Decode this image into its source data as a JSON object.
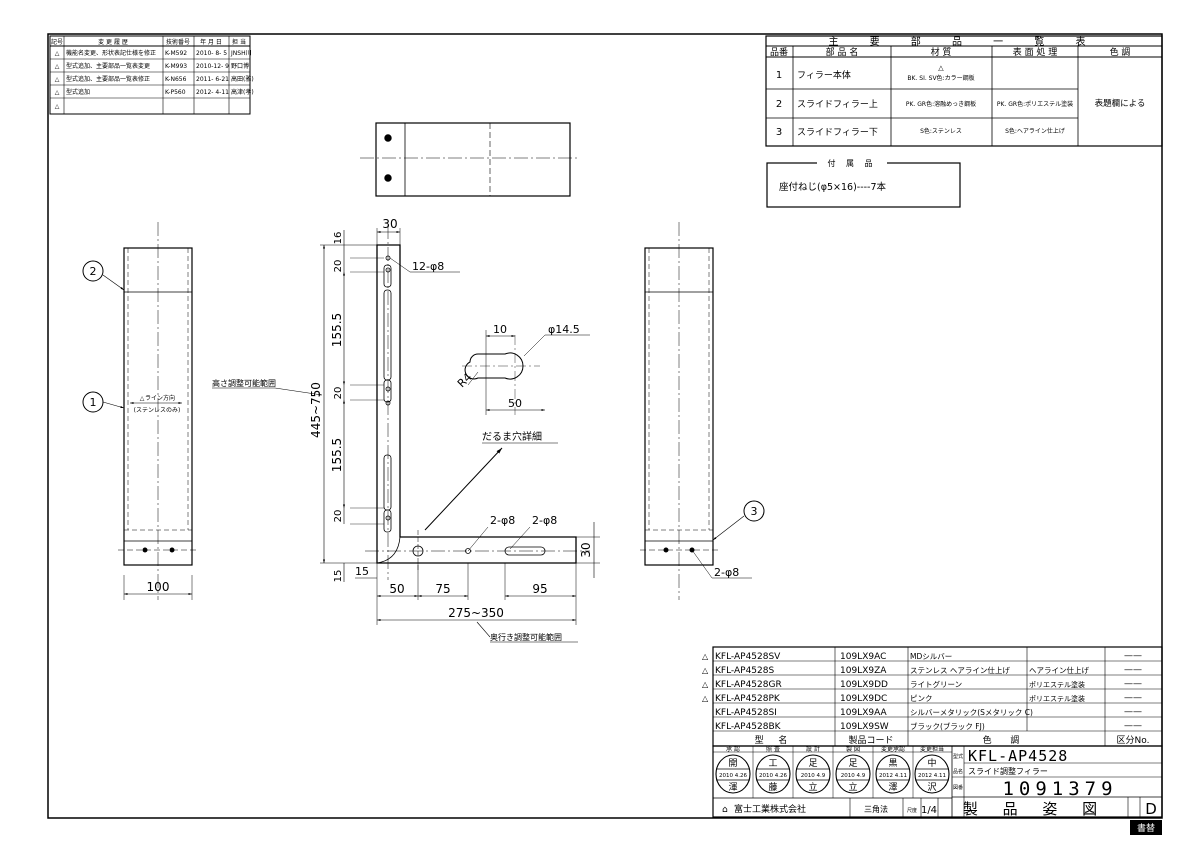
{
  "revisions": {
    "headers": [
      "記号",
      "変 更 履 歴",
      "技術番号",
      "年 月 日",
      "担 当"
    ],
    "rows": [
      {
        "mark": "△",
        "text": "機能名変更、形状表記仕様を修正",
        "no": "K-M592",
        "date": "2010- 8- 5",
        "by": "JNSH川"
      },
      {
        "mark": "△",
        "text": "型式追加、主要部品一覧表変更",
        "no": "K-M993",
        "date": "2010-12- 9",
        "by": "野口博"
      },
      {
        "mark": "△",
        "text": "型式追加、主要部品一覧表修正",
        "no": "K-N656",
        "date": "2011- 6-21",
        "by": "高田(雅)"
      },
      {
        "mark": "△",
        "text": "型式追加",
        "no": "K-P560",
        "date": "2012- 4-11",
        "by": "高津(孝)"
      },
      {
        "mark": "△",
        "text": "",
        "no": "",
        "date": "",
        "by": ""
      }
    ]
  },
  "parts_table": {
    "title": "主 要 部 品 一 覧 表",
    "headers": [
      "品番",
      "部 品 名",
      "材 質",
      "表 面 処 理",
      "色 調"
    ],
    "rows": [
      {
        "no": "1",
        "name": "フィラー本体",
        "material": "BK. SI. SV色:カラー鋼板",
        "finish": "",
        "color": ""
      },
      {
        "no": "2",
        "name": "スライドフィラー上",
        "material": "PK. GR色:溶融めっき鋼板",
        "finish": "PK. GR色:ポリエステル塗装",
        "color": "表題欄による"
      },
      {
        "no": "3",
        "name": "スライドフィラー下",
        "material": "S色:ステンレス",
        "finish": "S色:ヘアライン仕上げ",
        "color": ""
      }
    ]
  },
  "accessory": {
    "title": "付 属 品",
    "text": "座付ねじ(φ5×16)----7本"
  },
  "dims": {
    "d30_top": "30",
    "d16": "16",
    "d20_a": "20",
    "hole_12": "12-φ8",
    "d155_a": "155.5",
    "d20_b": "20",
    "range_h": "445~750",
    "d155_b": "155.5",
    "d20_c": "20",
    "d15_side": "15",
    "d15_bottom": "15",
    "d50": "50",
    "d75": "75",
    "d95": "95",
    "d30_right": "30",
    "range_d": "275~350",
    "hole_2a": "2-φ8",
    "hole_2b": "2-φ8",
    "hole_2c": "2-φ8",
    "d100": "100",
    "detail_10": "10",
    "detail_145": "φ14.5",
    "detail_r4": "R4",
    "detail_50": "50",
    "detail_title": "だるま穴詳細"
  },
  "labels": {
    "height_range": "高さ調整可能範囲",
    "depth_range": "奥行き調整可能範囲",
    "callout1": "1",
    "callout2": "2",
    "callout3": "3",
    "line_note_a": "ライン方向",
    "line_note_b": "(ステンレスのみ)"
  },
  "models": {
    "rows": [
      {
        "mark": "△",
        "model": "KFL-AP4528SV",
        "code": "109LX9AC",
        "color": "MDシルバー",
        "finish": "",
        "div": "——"
      },
      {
        "mark": "△",
        "model": "KFL-AP4528S",
        "code": "109LX9ZA",
        "color": "ステンレス ヘアライン仕上げ",
        "finish": "ヘアライン仕上げ",
        "div": "——"
      },
      {
        "mark": "△",
        "model": "KFL-AP4528GR",
        "code": "109LX9DD",
        "color": "ライトグリーン",
        "finish": "ポリエステル塗装",
        "div": "——"
      },
      {
        "mark": "△",
        "model": "KFL-AP4528PK",
        "code": "109LX9DC",
        "color": "ピンク",
        "finish": "ポリエステル塗装",
        "div": "——"
      },
      {
        "mark": "",
        "model": "KFL-AP4528SI",
        "code": "109LX9AA",
        "color": "シルバーメタリック(Sメタリック C)",
        "finish": "",
        "div": "——"
      },
      {
        "mark": "",
        "model": "KFL-AP4528BK",
        "code": "109LX9SW",
        "color": "ブラック(ブラック FJ)",
        "finish": "",
        "div": "——"
      }
    ],
    "header_model": "型 名",
    "header_code": "製品コード",
    "header_color": "色 調",
    "header_div": "区分No."
  },
  "title_block": {
    "stamps": [
      {
        "role": "承 認",
        "top": "開",
        "bottom": "渾",
        "date": "2010 4.26"
      },
      {
        "role": "照 査",
        "top": "工",
        "bottom": "藤",
        "date": "2010 4.26"
      },
      {
        "role": "設 計",
        "top": "足",
        "bottom": "立",
        "date": "2010 4.9"
      },
      {
        "role": "製 図",
        "top": "足",
        "bottom": "立",
        "date": "2010 4.9"
      },
      {
        "role": "変更承認",
        "top": "黒",
        "bottom": "澤",
        "date": "2012 4.11"
      },
      {
        "role": "変更担当",
        "top": "中",
        "bottom": "沢",
        "date": "2012 4.11"
      }
    ],
    "model": "KFL-AP4528",
    "product_name": "スライド調整フィラー",
    "drawing_no": "1091379",
    "company": "富士工業株式会社",
    "projection": "三角法",
    "scale": "1/4",
    "doc_type": "製 品 姿 図",
    "size": "D",
    "small_labels": [
      "型式",
      "品名",
      "図番"
    ],
    "scale_label": "尺度",
    "rev_button": "書替"
  }
}
